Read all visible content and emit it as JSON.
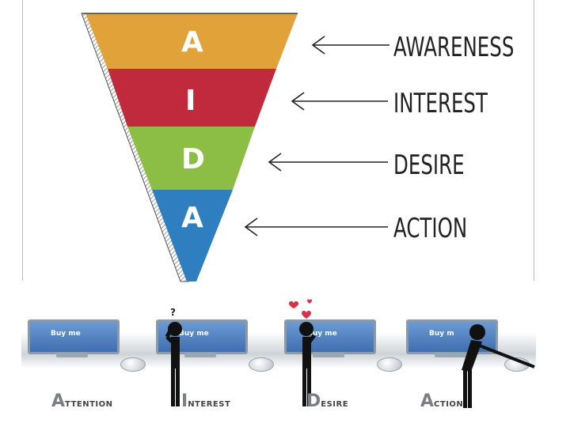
{
  "funnel": {
    "stages": [
      {
        "letter": "A",
        "label": "AWARENESS",
        "color": "#e2a23a"
      },
      {
        "letter": "I",
        "label": "INTEREST",
        "color": "#c12a3c"
      },
      {
        "letter": "D",
        "label": "DESIRE",
        "color": "#8cbd45"
      },
      {
        "letter": "A",
        "label": "ACTION",
        "color": "#2f7fc0"
      }
    ]
  },
  "sequence": {
    "scenes": [
      {
        "button": "Buy me",
        "caption_initial": "A",
        "caption_rest": "TTENTION",
        "figure": "none",
        "icon": "none"
      },
      {
        "button": "Buy me",
        "caption_initial": "I",
        "caption_rest": "NTEREST",
        "figure": "thinking",
        "icon": "question-mark",
        "mark": "?"
      },
      {
        "button": "Buy me",
        "caption_initial": "D",
        "caption_rest": "ESIRE",
        "figure": "hearts",
        "icon": "hearts"
      },
      {
        "button": "Buy m",
        "caption_initial": "A",
        "caption_rest": "CTION",
        "figure": "reaching",
        "icon": "none"
      }
    ]
  }
}
